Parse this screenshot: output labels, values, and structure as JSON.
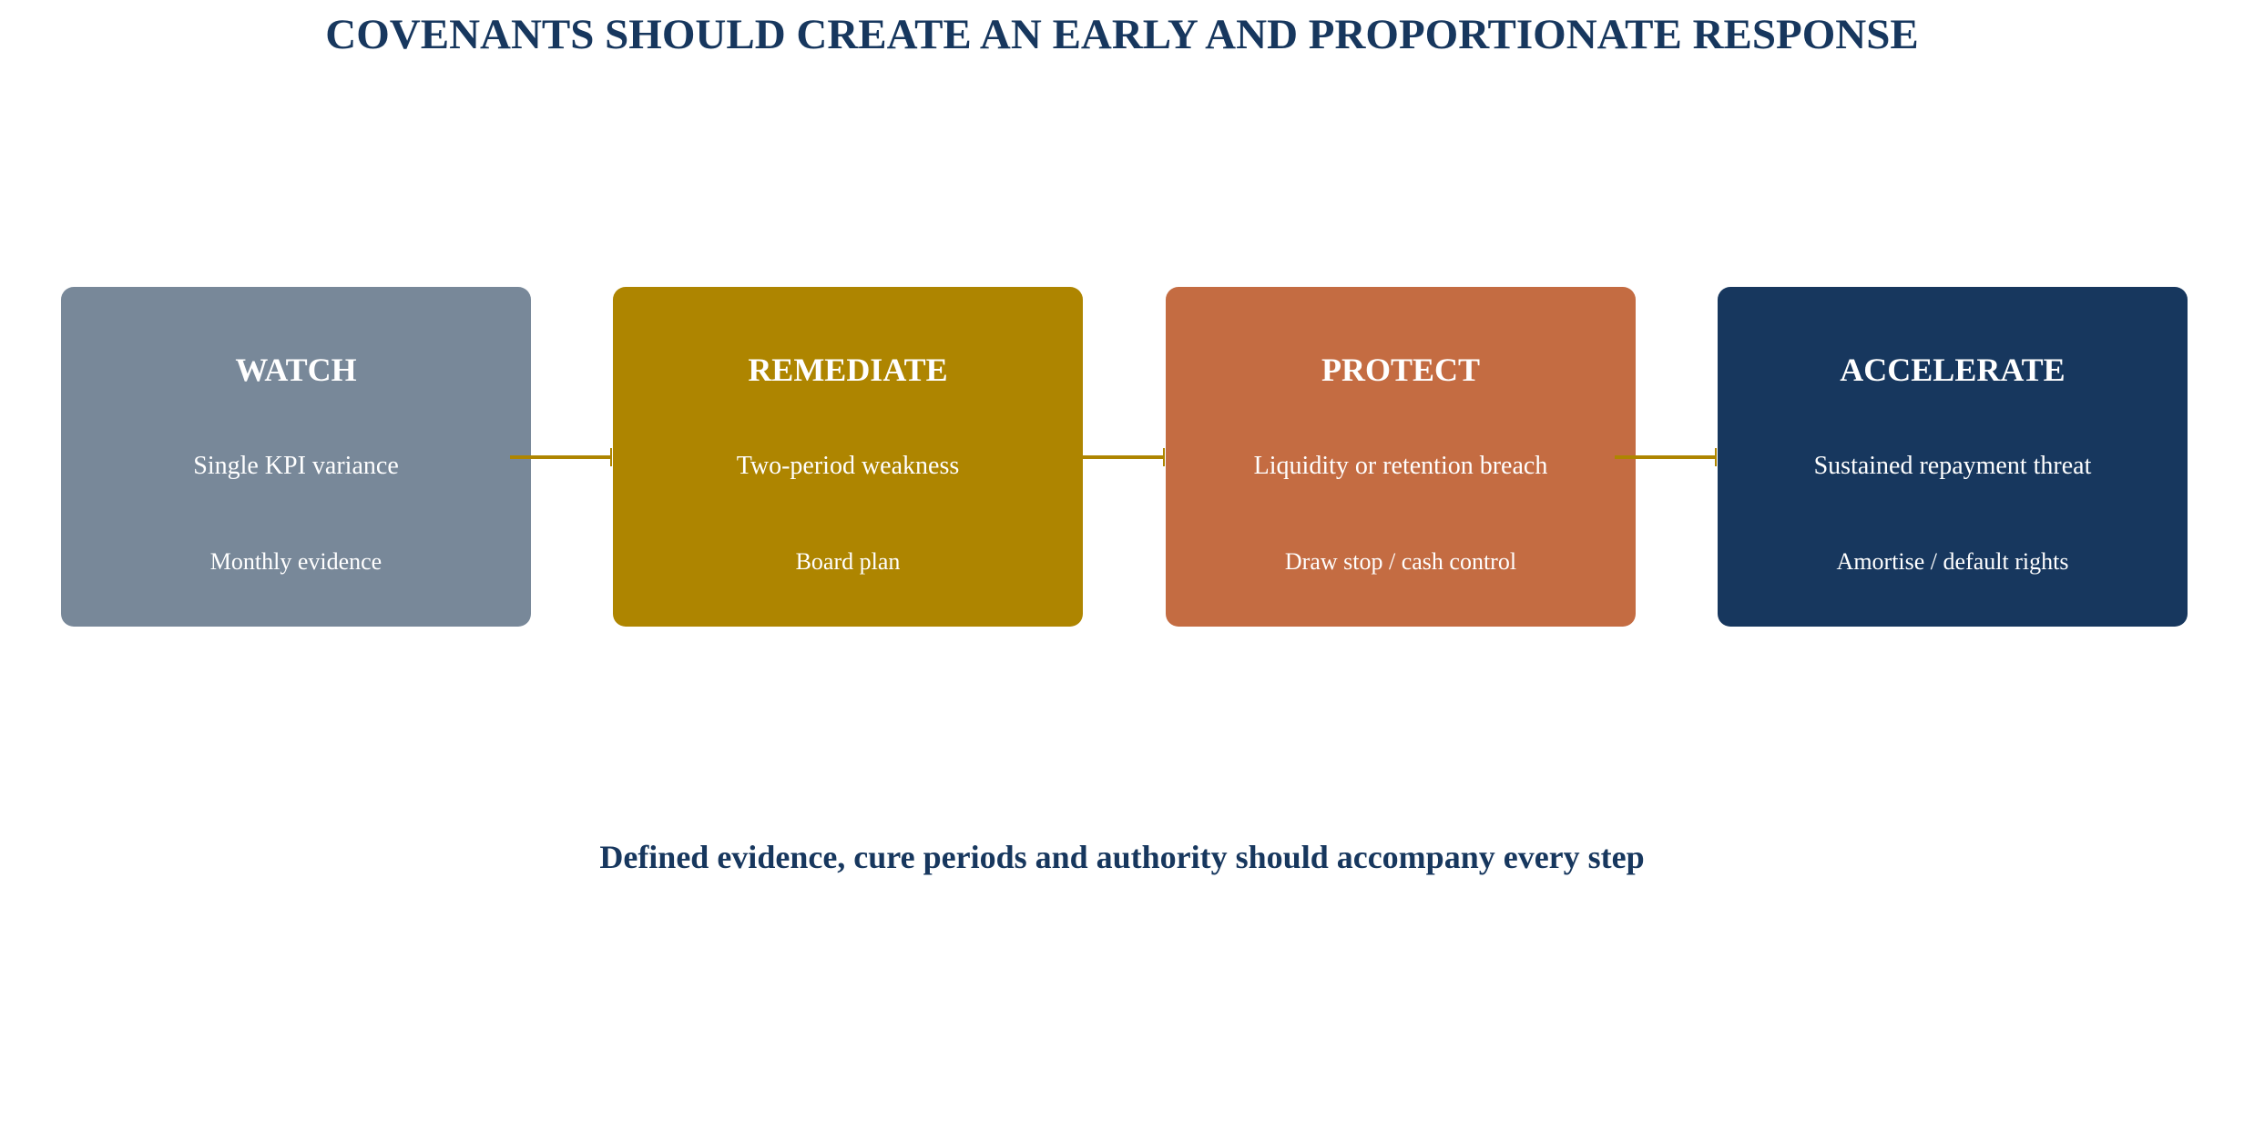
{
  "title": "COVENANTS SHOULD CREATE AN EARLY AND PROPORTIONATE RESPONSE",
  "stages": [
    {
      "name": "WATCH",
      "trigger": "Single KPI variance",
      "response": "Monthly evidence",
      "color": "#788899"
    },
    {
      "name": "REMEDIATE",
      "trigger": "Two-period weakness",
      "response": "Board plan",
      "color": "#ae8500"
    },
    {
      "name": "PROTECT",
      "trigger": "Liquidity or retention breach",
      "response": "Draw stop / cash control",
      "color": "#c46c42"
    },
    {
      "name": "ACCELERATE",
      "trigger": "Sustained repayment threat",
      "response": "Amortise / default rights",
      "color": "#17375e"
    }
  ],
  "connector_color": "#ae8500",
  "footer": "Defined evidence, cure periods and authority should accompany every step"
}
